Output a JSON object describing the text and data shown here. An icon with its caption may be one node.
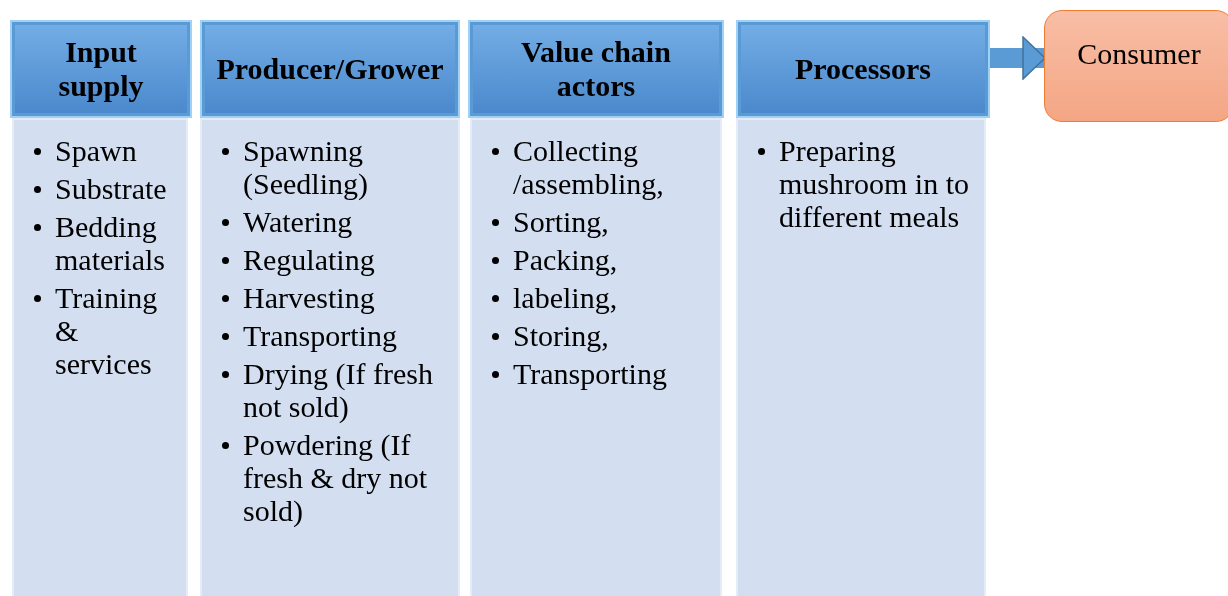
{
  "diagram": {
    "nodes": [
      {
        "text": [
          "Input supply"
        ]
      },
      {
        "text": [
          "Spawn",
          "Substrate",
          "Bedding materials",
          "Training & services"
        ]
      },
      {
        "text": [
          "Producer/Grower"
        ]
      },
      {
        "text": [
          "Spawning (Seedling)",
          "Watering",
          "Regulating",
          "Harvesting",
          "Transporting",
          "Drying (If fresh not sold)",
          "Powdering (If fresh & dry not sold)"
        ]
      },
      {
        "text": [
          "Value chain actors"
        ]
      },
      {
        "text": [
          "Collecting /assembling,",
          "Sorting,",
          "Packing,",
          "labeling,",
          "Storing,",
          "Transporting"
        ]
      },
      {
        "text": [
          "Processors"
        ]
      },
      {
        "text": [
          "Preparing mushroom in to different meals"
        ]
      },
      {
        "text": [
          "Consumer"
        ]
      }
    ],
    "edges": [
      {
        "from": 6,
        "to": 8,
        "arrow": "to"
      }
    ]
  }
}
